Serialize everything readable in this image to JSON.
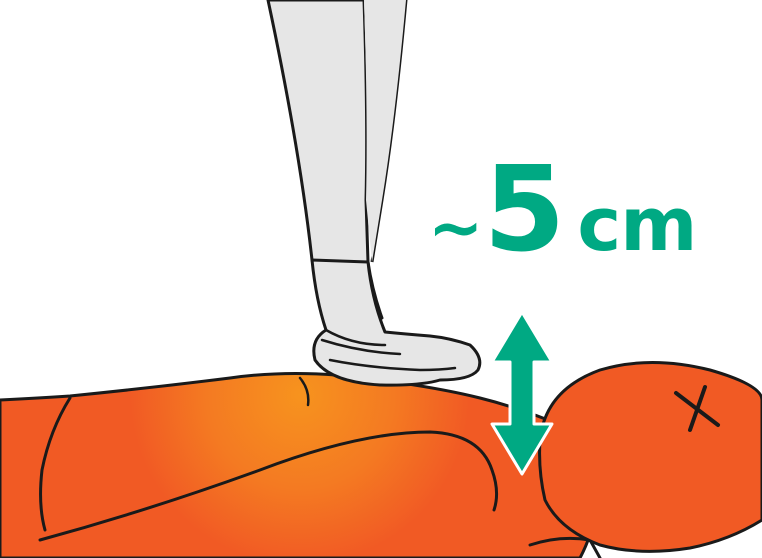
{
  "measurement": {
    "approx_symbol": "~",
    "value": "5",
    "unit": "cm"
  },
  "colors": {
    "accent": "#00a983",
    "body": "#f15a24",
    "body_highlight": "#f7931e",
    "arm": "#e6e6e6",
    "outline": "#1a1a1a"
  },
  "icons": {
    "arrow": "double-vertical-arrow",
    "eye_mark": "x-mark"
  }
}
